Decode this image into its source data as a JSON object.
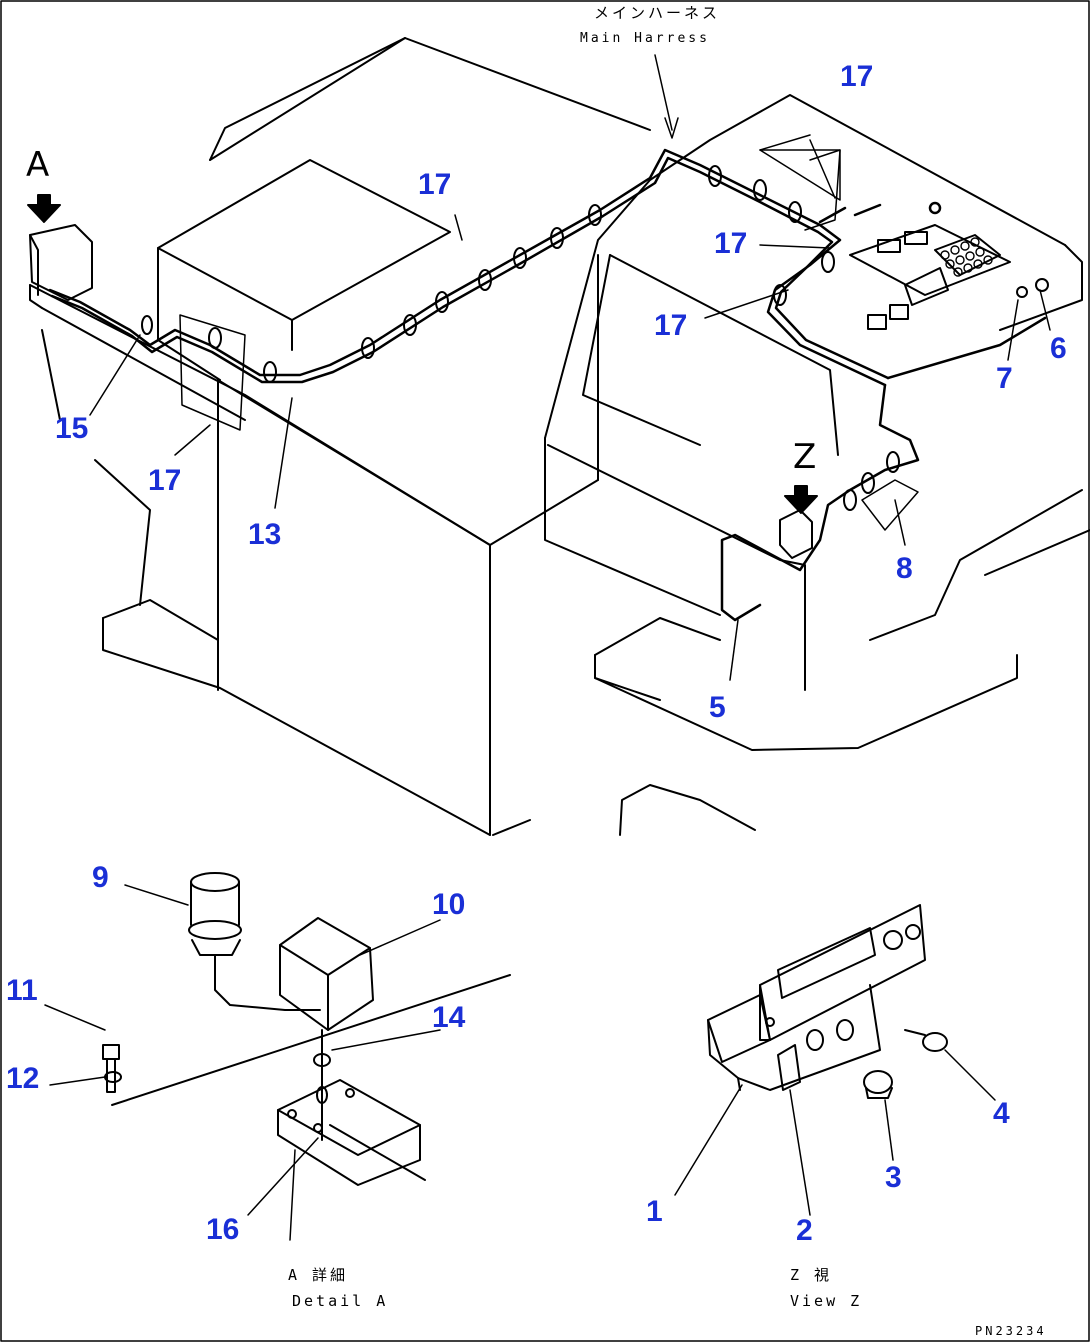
{
  "harness_label": {
    "jp": "メインハーネス",
    "en": "Main Harress"
  },
  "view_letters": {
    "a": "A",
    "z": "Z"
  },
  "detail_a": {
    "jp": "A 詳細",
    "en": "Detail A"
  },
  "view_z": {
    "jp": "Z 視",
    "en": "View Z"
  },
  "drawing_code": "PN23234",
  "callouts": {
    "c1": "1",
    "c2": "2",
    "c3": "3",
    "c4": "4",
    "c5": "5",
    "c6": "6",
    "c7": "7",
    "c8": "8",
    "c9": "9",
    "c10": "10",
    "c11": "11",
    "c12": "12",
    "c13": "13",
    "c14": "14",
    "c15": "15",
    "c16": "16",
    "c17": "17"
  },
  "colors": {
    "callout": "#1a2fd6",
    "line": "#000000",
    "background": "#ffffff"
  }
}
